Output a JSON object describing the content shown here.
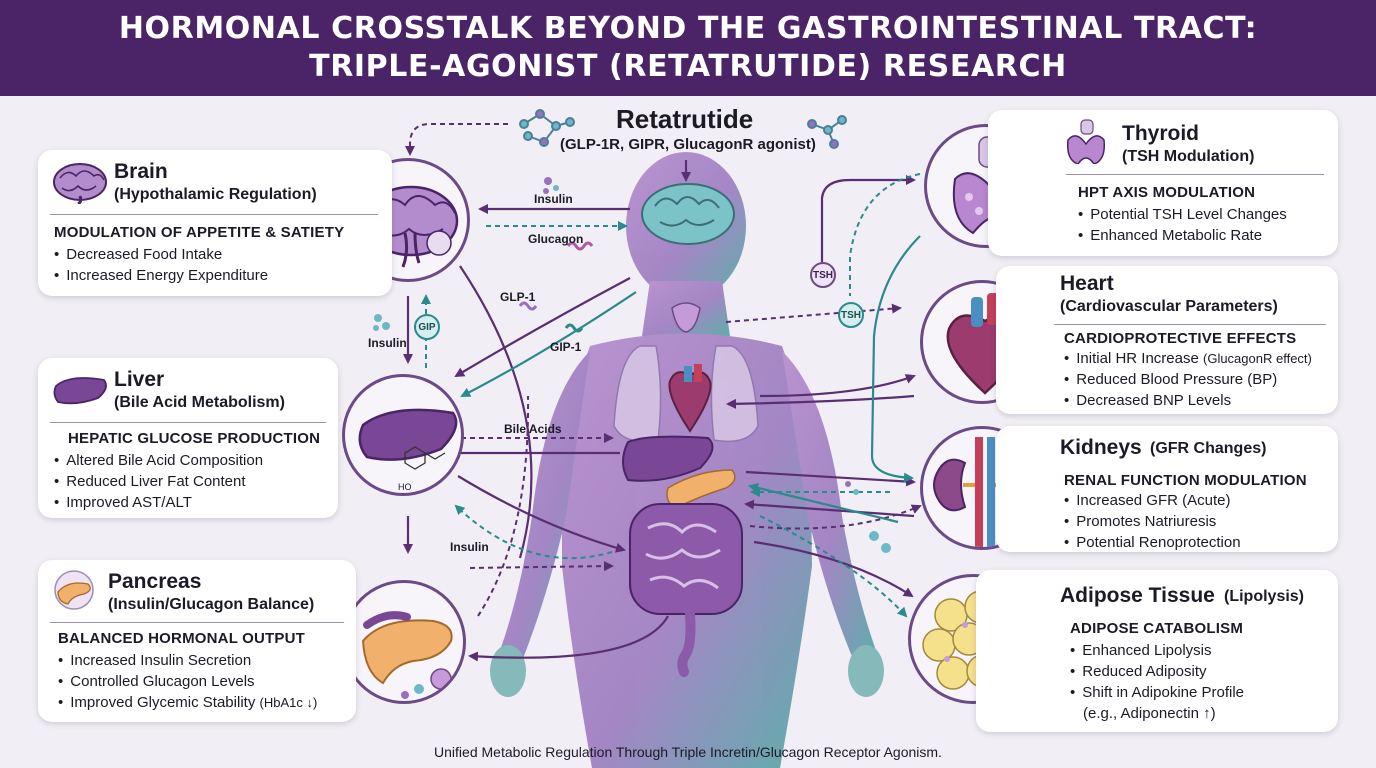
{
  "header": {
    "line1": "HORMONAL CROSSTALK BEYOND THE GASTROINTESTINAL TRACT:",
    "line2": "TRIPLE-AGONIST (RETATRUTIDE) RESEARCH"
  },
  "center": {
    "title": "Retatrutide",
    "subtitle": "(GLP-1R, GIPR, GlucagonR agonist)"
  },
  "cards": {
    "brain": {
      "name": "Brain",
      "sub": "(Hypothalamic Regulation)",
      "heading": "MODULATION OF APPETITE & SATIETY",
      "items": [
        "Decreased Food Intake",
        "Increased Energy Expenditure"
      ]
    },
    "liver": {
      "name": "Liver",
      "sub": "(Bile Acid Metabolism)",
      "heading": "HEPATIC GLUCOSE PRODUCTION",
      "items": [
        "Altered Bile Acid Composition",
        "Reduced Liver Fat Content",
        "Improved AST/ALT"
      ]
    },
    "pancreas": {
      "name": "Pancreas",
      "sub": "(Insulin/Glucagon Balance)",
      "heading": "BALANCED HORMONAL OUTPUT",
      "items": [
        "Increased Insulin Secretion",
        "Controlled Glucagon Levels"
      ],
      "item3_main": "Improved Glycemic Stability",
      "item3_small": "(HbA1c ↓)"
    },
    "thyroid": {
      "name": "Thyroid",
      "sub": "(TSH Modulation)",
      "heading": "HPT AXIS MODULATION",
      "items": [
        "Potential TSH Level Changes",
        "Enhanced Metabolic Rate"
      ]
    },
    "heart": {
      "name": "Heart",
      "sub": "(Cardiovascular Parameters)",
      "heading": "CARDIOPROTECTIVE EFFECTS",
      "item1_main": "Initial HR Increase",
      "item1_small": "(GlucagonR effect)",
      "items": [
        "Reduced Blood Pressure (BP)",
        "Decreased BNP Levels"
      ]
    },
    "kidneys": {
      "name": "Kidneys",
      "sub": "(GFR Changes)",
      "heading": "RENAL FUNCTION MODULATION",
      "items": [
        "Increased GFR (Acute)",
        "Promotes Natriuresis",
        "Potential Renoprotection"
      ]
    },
    "adipose": {
      "name": "Adipose Tissue",
      "sub": "(Lipolysis)",
      "heading": "ADIPOSE CATABOLISM",
      "items": [
        "Enhanced Lipolysis",
        "Reduced Adiposity",
        "Shift in Adipokine Profile"
      ],
      "item4": "(e.g., Adiponectin ↑)"
    }
  },
  "labels": {
    "insulin_top": "Insulin",
    "glucagon": "Glucagon",
    "glp1_a": "GLP-1",
    "glp1_b": "GIP-1",
    "insulin_left": "Insulin",
    "gip": "GIP",
    "bile_acids": "Bile Acids",
    "insulin_bottom": "Insulin",
    "tsh_a": "TSH",
    "tsh_b": "TSH",
    "ho": "HO"
  },
  "colors": {
    "header_bg": "#4a2466",
    "purple_arrow": "#5a2e72",
    "teal_arrow": "#2a8a8c",
    "body_purple": "#a77bc1",
    "body_teal": "#5aa9a6"
  },
  "footer": "Unified Metabolic Regulation Through Triple Incretin/Glucagon Receptor Agonism."
}
